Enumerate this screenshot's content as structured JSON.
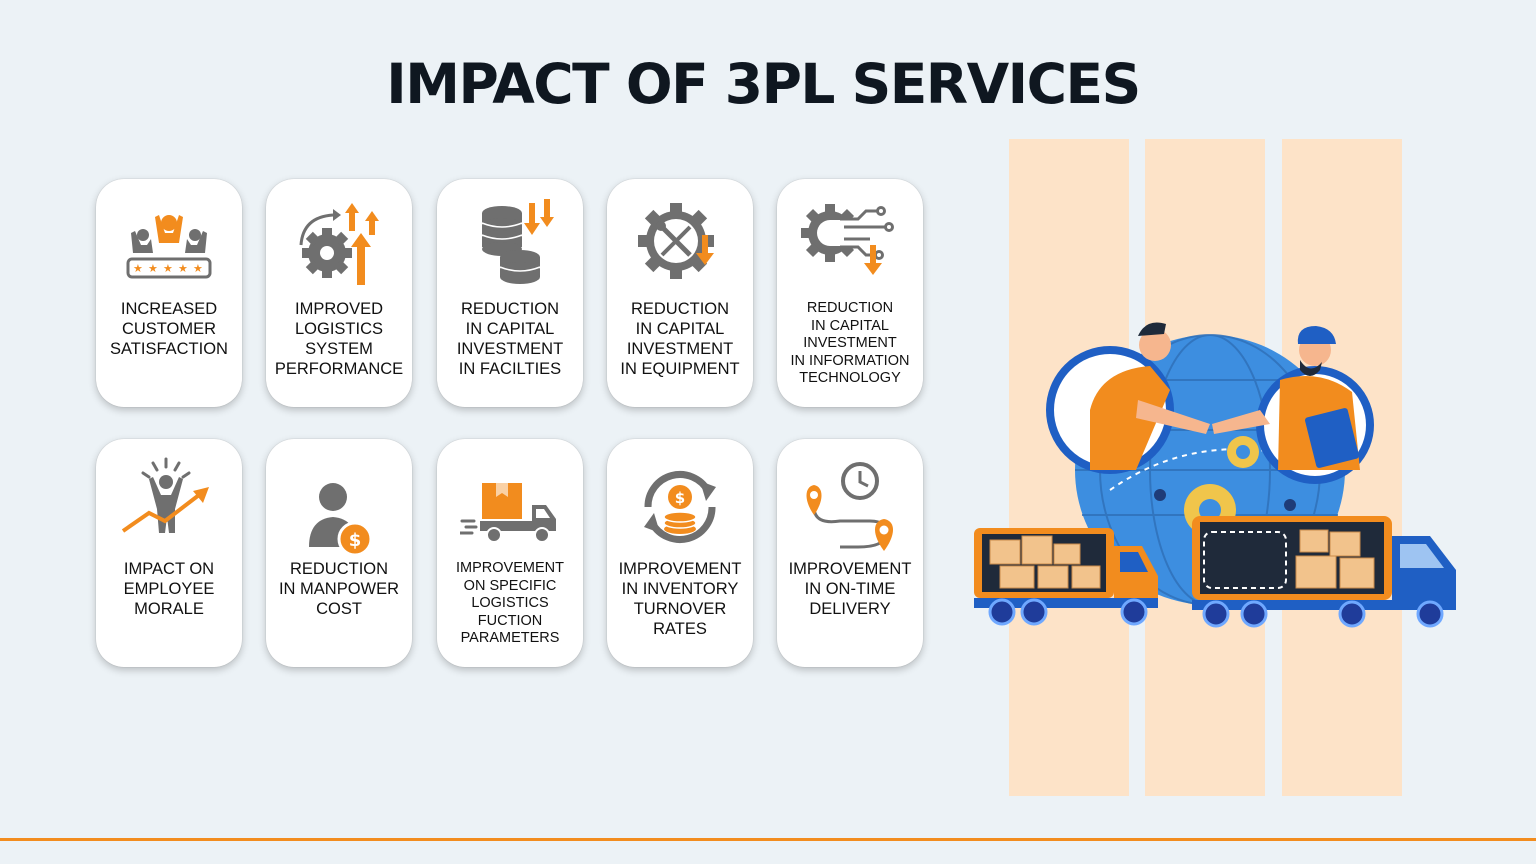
{
  "title": "IMPACT OF 3PL SERVICES",
  "colors": {
    "accent": "#f28c1e",
    "icon_gray": "#6f6f6f",
    "title": "#0f1720",
    "stripe": "#fde3c8",
    "globe": "#3d8ee0",
    "truck_blue": "#1f5fc4"
  },
  "cards": [
    {
      "label": "INCREASED\nCUSTOMER\nSATISFACTION",
      "icon": "customer-satisfaction-icon"
    },
    {
      "label": "IMPROVED\nLOGISTICS\nSYSTEM\nPERFORMANCE",
      "icon": "gear-growth-icon"
    },
    {
      "label": "REDUCTION\nIN CAPITAL\nINVESTMENT\nIN FACILTIES",
      "icon": "coin-stack-down-icon"
    },
    {
      "label": "REDUCTION\nIN CAPITAL\nINVESTMENT\nIN EQUIPMENT",
      "icon": "gear-tools-icon"
    },
    {
      "label": "REDUCTION\nIN CAPITAL\nINVESTMENT\nIN INFORMATION\nTECHNOLOGY",
      "icon": "gear-circuit-icon"
    },
    {
      "label": "IMPACT ON\nEMPLOYEE\nMORALE",
      "icon": "employee-growth-icon"
    },
    {
      "label": "REDUCTION\nIN MANPOWER\nCOST",
      "icon": "person-dollar-icon"
    },
    {
      "label": "IMPROVEMENT\nON SPECIFIC\nLOGISTICS\nFUCTION\nPARAMETERS",
      "icon": "delivery-truck-icon"
    },
    {
      "label": "IMPROVEMENT\nIN INVENTORY\nTURNOVER\nRATES",
      "icon": "coin-cycle-icon"
    },
    {
      "label": "IMPROVEMENT\nIN ON-TIME\nDELIVERY",
      "icon": "clock-route-icon"
    }
  ]
}
